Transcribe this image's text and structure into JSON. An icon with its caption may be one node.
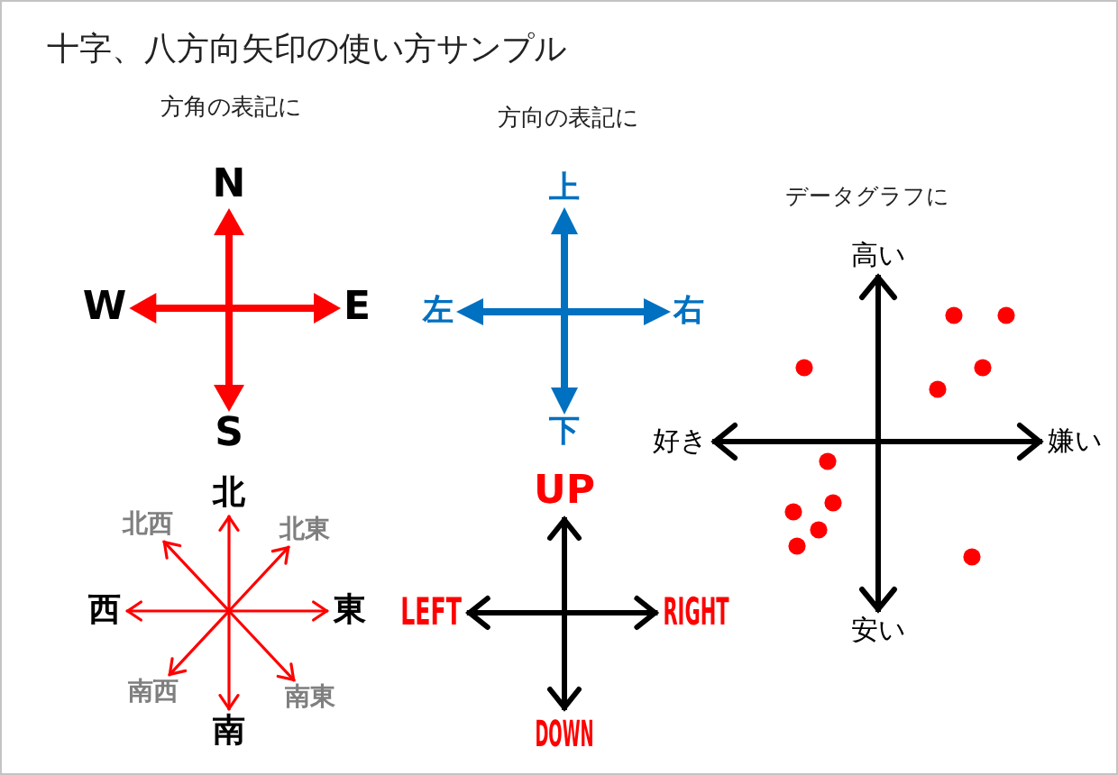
{
  "diagram": {
    "title": "十字、八方向矢印の使い方サンプル",
    "nodes": [
      {
        "text": [
          "N"
        ]
      },
      {
        "text": [
          "W"
        ]
      },
      {
        "text": [
          "E"
        ]
      },
      {
        "text": [
          "S"
        ]
      },
      {
        "text": [
          "上"
        ]
      },
      {
        "text": [
          "左"
        ]
      },
      {
        "text": [
          "右"
        ]
      },
      {
        "text": [
          "下"
        ]
      },
      {
        "text": [
          "高い"
        ]
      },
      {
        "text": [
          "好き"
        ]
      },
      {
        "text": [
          "嫌い"
        ]
      },
      {
        "text": [
          "安い"
        ]
      },
      {
        "text": [
          "北"
        ]
      },
      {
        "text": [
          "北西"
        ]
      },
      {
        "text": [
          "北東"
        ]
      },
      {
        "text": [
          "西"
        ]
      },
      {
        "text": [
          "東"
        ]
      },
      {
        "text": [
          "南西"
        ]
      },
      {
        "text": [
          "南東"
        ]
      },
      {
        "text": [
          "南"
        ]
      },
      {
        "text": [
          "UP"
        ]
      },
      {
        "text": [
          "LEFT"
        ]
      },
      {
        "text": [
          "RIGHT"
        ]
      },
      {
        "text": [
          "DOWN"
        ]
      }
    ],
    "edges": [
      {
        "from": 1,
        "to": 2,
        "arrow": "both"
      },
      {
        "from": 0,
        "to": 3,
        "arrow": "both"
      },
      {
        "from": 5,
        "to": 6,
        "arrow": "both",
        "color": "#0070c0"
      },
      {
        "from": 4,
        "to": 7,
        "arrow": "both",
        "color": "#0070c0"
      },
      {
        "from": 9,
        "to": 10,
        "arrow": "both",
        "color": "#000000"
      },
      {
        "from": 8,
        "to": 11,
        "arrow": "both",
        "color": "#000000"
      },
      {
        "from": 15,
        "to": 16,
        "arrow": "both"
      },
      {
        "from": 12,
        "to": 19,
        "arrow": "both"
      },
      {
        "from": 13,
        "to": 18,
        "arrow": "both"
      },
      {
        "from": 14,
        "to": 17,
        "arrow": "both"
      },
      {
        "from": 21,
        "to": 22,
        "arrow": "both",
        "color": "#000000"
      },
      {
        "from": 20,
        "to": 23,
        "arrow": "both",
        "color": "#000000"
      }
    ],
    "labels": [
      "方角の表記に",
      "方向の表記に",
      "データグラフに"
    ]
  }
}
